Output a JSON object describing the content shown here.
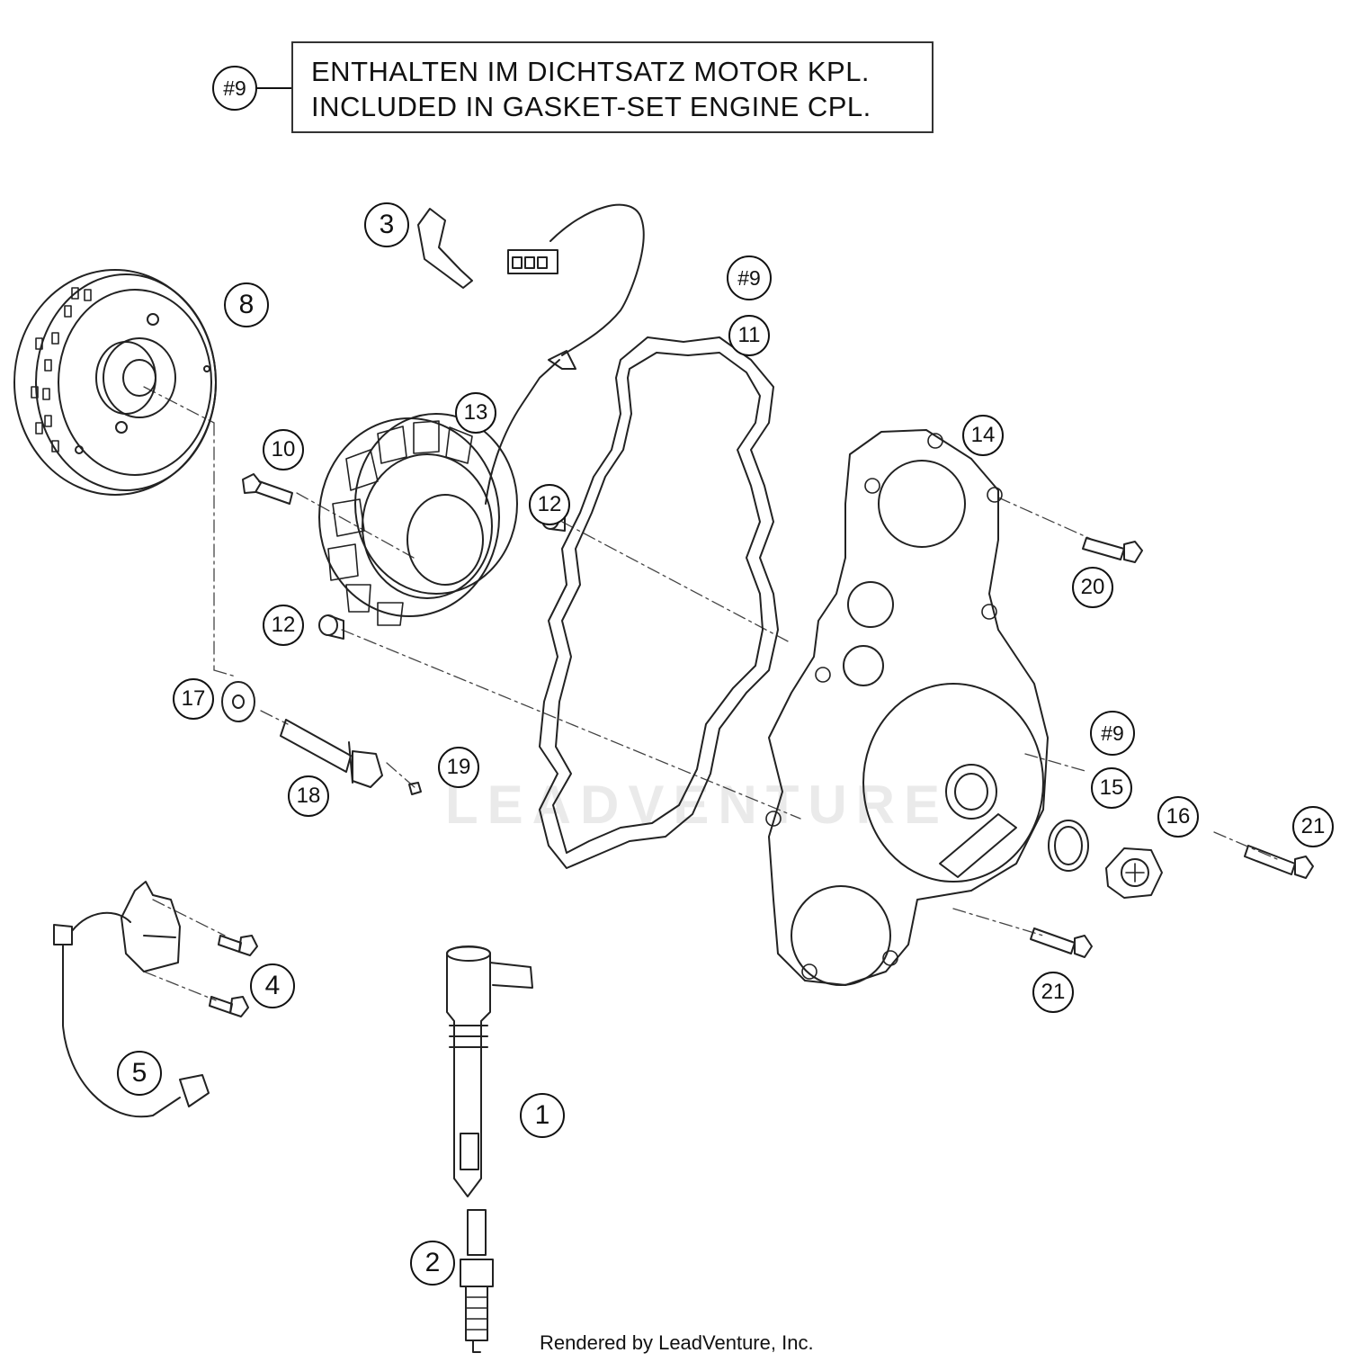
{
  "note": {
    "ref": "#9",
    "line1": "ENTHALTEN IM DICHTSATZ MOTOR KPL.",
    "line2": "INCLUDED IN GASKET-SET ENGINE CPL."
  },
  "callouts": {
    "c1": "1",
    "c2": "2",
    "c3": "3",
    "c4": "4",
    "c5": "5",
    "c8": "8",
    "c9a": "#9",
    "c9b": "#9",
    "c10": "10",
    "c11": "11",
    "c12a": "12",
    "c12b": "12",
    "c13": "13",
    "c14": "14",
    "c15": "15",
    "c16": "16",
    "c17": "17",
    "c18": "18",
    "c19": "19",
    "c20": "20",
    "c21a": "21",
    "c21b": "21"
  },
  "watermark": "LEADVENTURE",
  "footer": "Rendered by LeadVenture, Inc."
}
